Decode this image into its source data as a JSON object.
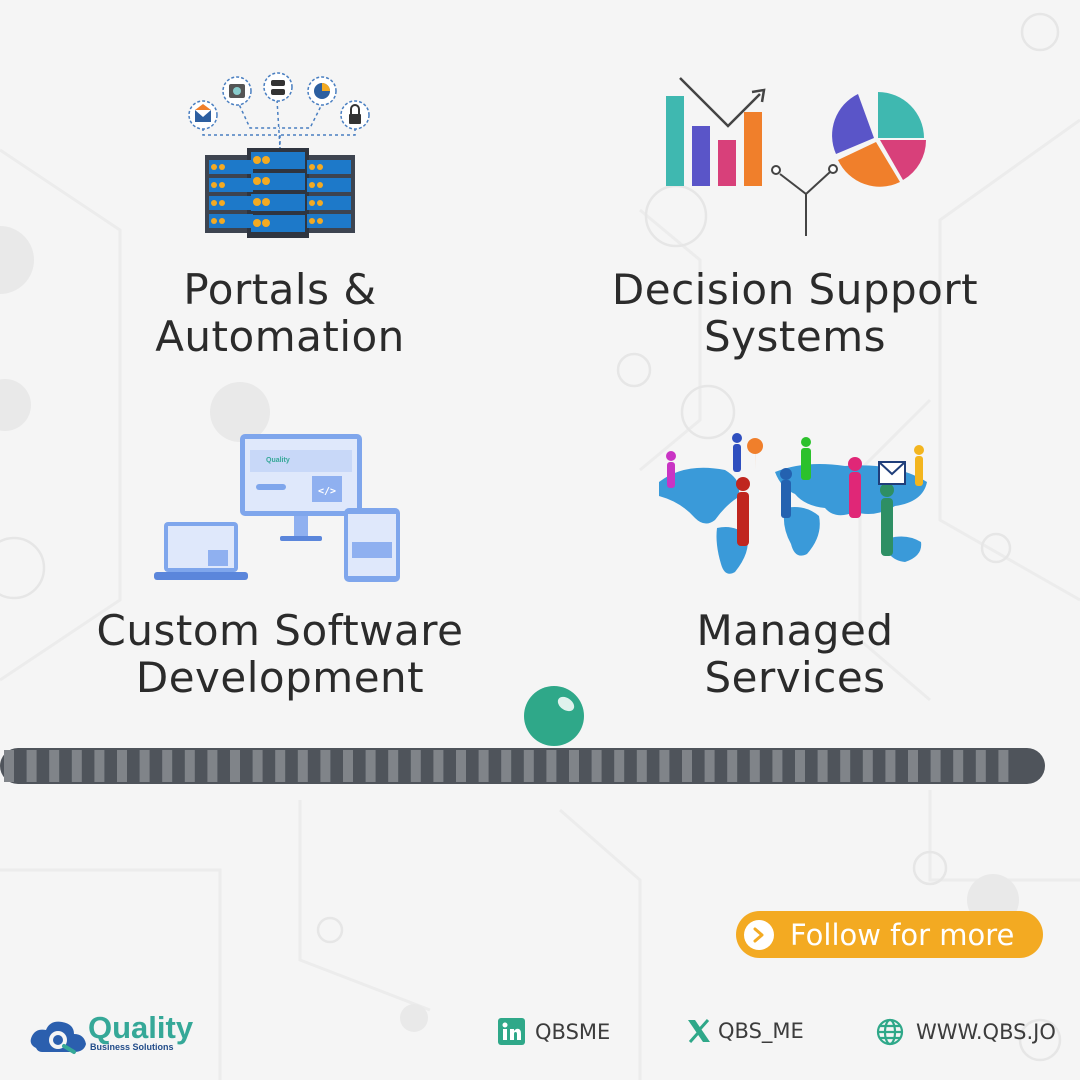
{
  "services": [
    {
      "title_line1": "Portals &",
      "title_line2": "Automation",
      "icon": "server-network-icon"
    },
    {
      "title_line1": "Decision Support",
      "title_line2": "Systems",
      "icon": "chart-analytics-icon"
    },
    {
      "title_line1": "Custom Software",
      "title_line2": "Development",
      "icon": "devices-code-icon"
    },
    {
      "title_line1": "Managed",
      "title_line2": "Services",
      "icon": "world-map-people-icon"
    }
  ],
  "illustration_text": {
    "brand": "Quality",
    "code": "</>"
  },
  "cta": {
    "label": "Follow for more",
    "icon": "chevron-right-icon"
  },
  "brand": {
    "name": "Quality",
    "tagline": "Business Solutions"
  },
  "social": [
    {
      "icon": "linkedin-icon",
      "label": "QBSME"
    },
    {
      "icon": "x-icon",
      "label": "QBS_ME"
    },
    {
      "icon": "globe-icon",
      "label": "WWW.QBS.JO"
    }
  ],
  "colors": {
    "accent": "#f3aa22",
    "brand_teal": "#35a898",
    "brand_blue": "#234d8a",
    "text": "#2b2b2b"
  }
}
